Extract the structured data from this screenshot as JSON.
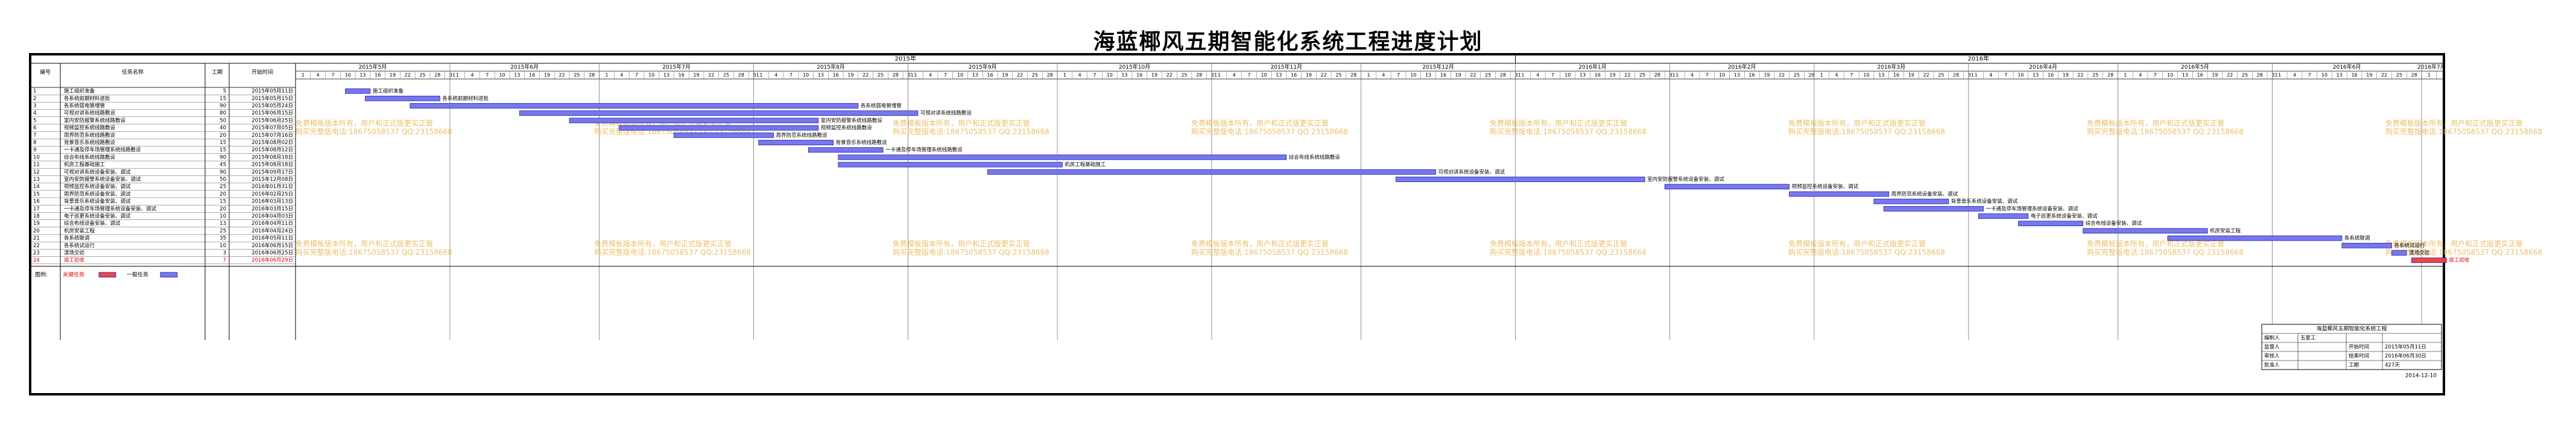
{
  "title": "海蓝椰风五期智能化系统工程进度计划",
  "columns": {
    "index": "编号",
    "name": "任务名称",
    "duration": "工期",
    "start": "开始时间"
  },
  "years": [
    "2015年",
    "2016年"
  ],
  "months": [
    "2015年5月",
    "2015年6月",
    "2015年7月",
    "2015年8月",
    "2015年9月",
    "2015年10月",
    "2015年11月",
    "2015年12月",
    "2016年1月",
    "2016年2月",
    "2016年3月",
    "2016年4月",
    "2016年5月",
    "2016年6月",
    "2016年7月"
  ],
  "day_labels": [
    1,
    4,
    7,
    10,
    13,
    16,
    19,
    22,
    25,
    28,
    31
  ],
  "legend": {
    "label": "图例:",
    "critical": "关键任务",
    "normal": "一般任务"
  },
  "colors": {
    "bar": "#7777ee",
    "bar_border": "#2222aa",
    "critical": "#ee4444",
    "critical_text": "#dd0000",
    "watermark": "#e6b450",
    "grid": "#b8b8b8",
    "frame": "#000000"
  },
  "watermark_lines": [
    "免费模板版本所有，用户和正式版更实正管",
    "购买完整版电话:18675058537 QQ:23158668"
  ],
  "info_block": {
    "project": "海蓝椰风五期智能化系统工程",
    "rows": [
      [
        "编制人",
        "五星工",
        "",
        ""
      ],
      [
        "监督人",
        "",
        "开始时间",
        "2015年05月11日"
      ],
      [
        "审核人",
        "",
        "结束时间",
        "2016年06月30日"
      ],
      [
        "批准人",
        "",
        "工期",
        "427天"
      ]
    ],
    "date": "2014-12-10"
  },
  "chart_data": {
    "type": "gantt",
    "title": "海蓝椰风五期智能化系统工程进度计划",
    "x_range": [
      "2015-05-01",
      "2016-07-05"
    ],
    "tasks": [
      {
        "id": "1",
        "name": "施工组织准备",
        "duration": "5",
        "start": "2015年05月11日",
        "start_date": "2015-05-11",
        "days": 5,
        "critical": false
      },
      {
        "id": "2",
        "name": "各系统前期材料送批",
        "duration": "15",
        "start": "2015年05月15日",
        "start_date": "2015-05-15",
        "days": 15,
        "critical": false
      },
      {
        "id": "3",
        "name": "各系统弱电管埋管",
        "duration": "90",
        "start": "2015年05月24日",
        "start_date": "2015-05-24",
        "days": 90,
        "critical": false
      },
      {
        "id": "4",
        "name": "可视对讲系统线路敷设",
        "duration": "80",
        "start": "2015年06月15日",
        "start_date": "2015-06-15",
        "days": 80,
        "critical": false
      },
      {
        "id": "5",
        "name": "室内安防报警系统线路敷设",
        "duration": "50",
        "start": "2015年06月25日",
        "start_date": "2015-06-25",
        "days": 50,
        "critical": false
      },
      {
        "id": "6",
        "name": "视频监控系统线路敷设",
        "duration": "40",
        "start": "2015年07月05日",
        "start_date": "2015-07-05",
        "days": 40,
        "critical": false
      },
      {
        "id": "7",
        "name": "周界防范系统线路敷设",
        "duration": "20",
        "start": "2015年07月16日",
        "start_date": "2015-07-16",
        "days": 20,
        "critical": false
      },
      {
        "id": "8",
        "name": "背景音乐系统线路敷设",
        "duration": "15",
        "start": "2015年08月02日",
        "start_date": "2015-08-02",
        "days": 15,
        "critical": false
      },
      {
        "id": "9",
        "name": "一卡通及停车场管理系统线路敷设",
        "duration": "15",
        "start": "2015年08月12日",
        "start_date": "2015-08-12",
        "days": 15,
        "critical": false
      },
      {
        "id": "10",
        "name": "综合布线系统线路敷设",
        "duration": "90",
        "start": "2015年08月18日",
        "start_date": "2015-08-18",
        "days": 90,
        "critical": false
      },
      {
        "id": "11",
        "name": "机房工程基础施工",
        "duration": "45",
        "start": "2015年08月18日",
        "start_date": "2015-08-18",
        "days": 45,
        "critical": false
      },
      {
        "id": "12",
        "name": "可视对讲系统设备安装、调试",
        "duration": "90",
        "start": "2015年09月17日",
        "start_date": "2015-09-17",
        "days": 90,
        "critical": false
      },
      {
        "id": "13",
        "name": "室内安防报警系统设备安装、调试",
        "duration": "50",
        "start": "2015年12月08日",
        "start_date": "2015-12-08",
        "days": 50,
        "critical": false
      },
      {
        "id": "14",
        "name": "视频监控系统设备安装、调试",
        "duration": "25",
        "start": "2016年01月31日",
        "start_date": "2016-01-31",
        "days": 25,
        "critical": false
      },
      {
        "id": "15",
        "name": "周界防范系统设备安装、调试",
        "duration": "20",
        "start": "2016年02月25日",
        "start_date": "2016-02-25",
        "days": 20,
        "critical": false
      },
      {
        "id": "16",
        "name": "背景音乐系统设备安装、调试",
        "duration": "15",
        "start": "2016年03月13日",
        "start_date": "2016-03-13",
        "days": 15,
        "critical": false
      },
      {
        "id": "17",
        "name": "一卡通及停车场管理系统设备安装、调试",
        "duration": "20",
        "start": "2016年03月15日",
        "start_date": "2016-03-15",
        "days": 20,
        "critical": false
      },
      {
        "id": "18",
        "name": "电子巡更系统设备安装、调试",
        "duration": "10",
        "start": "2016年04月03日",
        "start_date": "2016-04-03",
        "days": 10,
        "critical": false
      },
      {
        "id": "19",
        "name": "综合布线设备安装、调试",
        "duration": "13",
        "start": "2016年04月11日",
        "start_date": "2016-04-11",
        "days": 13,
        "critical": false
      },
      {
        "id": "20",
        "name": "机房安装工程",
        "duration": "25",
        "start": "2016年04月24日",
        "start_date": "2016-04-24",
        "days": 25,
        "critical": false
      },
      {
        "id": "21",
        "name": "各系统联调",
        "duration": "35",
        "start": "2016年05月11日",
        "start_date": "2016-05-11",
        "days": 35,
        "critical": false
      },
      {
        "id": "22",
        "name": "各系统试运行",
        "duration": "10",
        "start": "2016年06月15日",
        "start_date": "2016-06-15",
        "days": 10,
        "critical": false
      },
      {
        "id": "23",
        "name": "清场交验",
        "duration": "3",
        "start": "2016年06月25日",
        "start_date": "2016-06-25",
        "days": 3,
        "critical": false
      },
      {
        "id": "24",
        "name": "竣工验收",
        "duration": "7",
        "start": "2016年06月29日",
        "start_date": "2016-06-29",
        "days": 7,
        "critical": true
      }
    ]
  }
}
